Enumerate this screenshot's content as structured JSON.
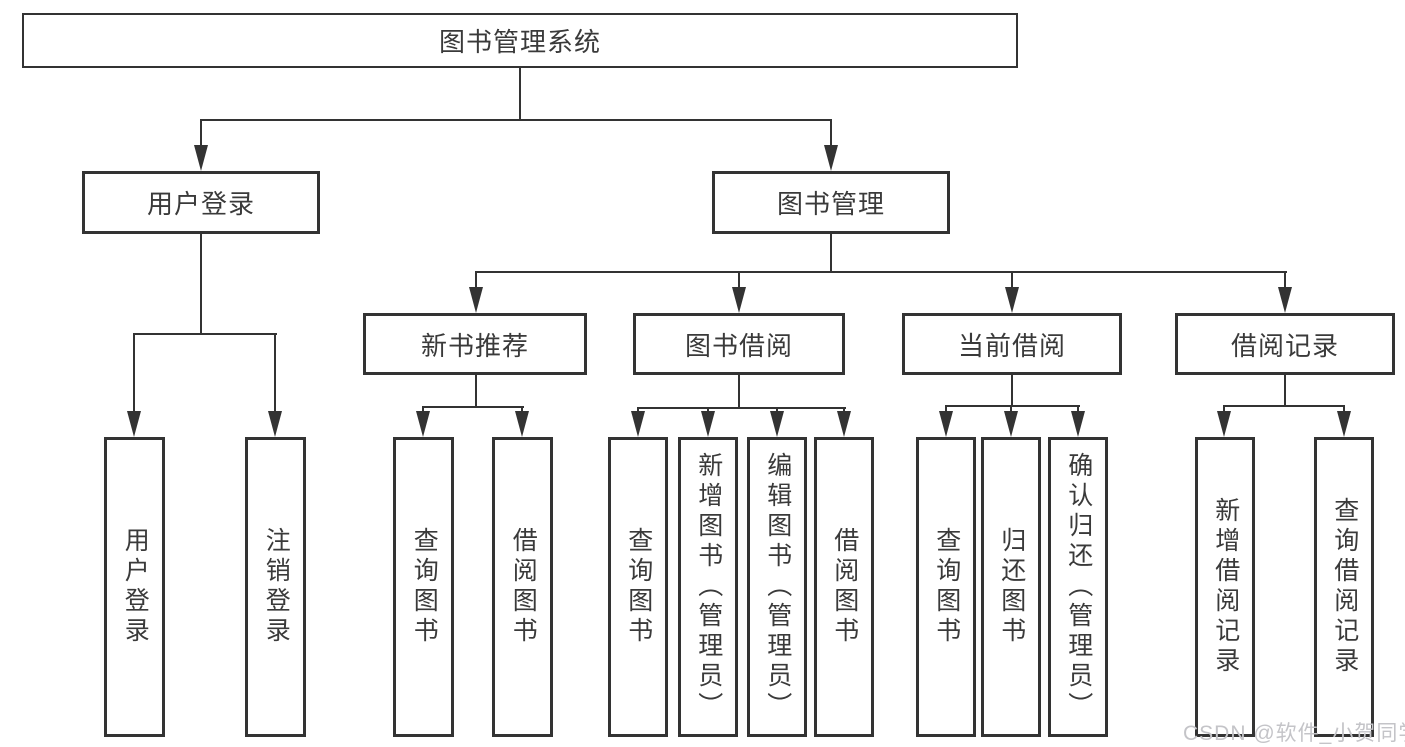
{
  "diagram_title": "图书管理系统",
  "tree": {
    "label": "图书管理系统",
    "children": [
      {
        "label": "用户登录",
        "children": [
          {
            "label": "用户登录"
          },
          {
            "label": "注销登录"
          }
        ]
      },
      {
        "label": "图书管理",
        "children": [
          {
            "label": "新书推荐",
            "children": [
              {
                "label": "查询图书"
              },
              {
                "label": "借阅图书"
              }
            ]
          },
          {
            "label": "图书借阅",
            "children": [
              {
                "label": "查询图书"
              },
              {
                "label": "新增图书（管理员）"
              },
              {
                "label": "编辑图书（管理员）"
              },
              {
                "label": "借阅图书"
              }
            ]
          },
          {
            "label": "当前借阅",
            "children": [
              {
                "label": "查询图书"
              },
              {
                "label": "归还图书"
              },
              {
                "label": "确认归还（管理员）"
              }
            ]
          },
          {
            "label": "借阅记录",
            "children": [
              {
                "label": "新增借阅记录"
              },
              {
                "label": "查询借阅记录"
              }
            ]
          }
        ]
      }
    ]
  },
  "watermark": "CSDN @软件_小贺同学",
  "colors": {
    "line": "#333333",
    "text": "#3a3a3a",
    "watermark": "#c4c4c8",
    "background": "#ffffff"
  }
}
